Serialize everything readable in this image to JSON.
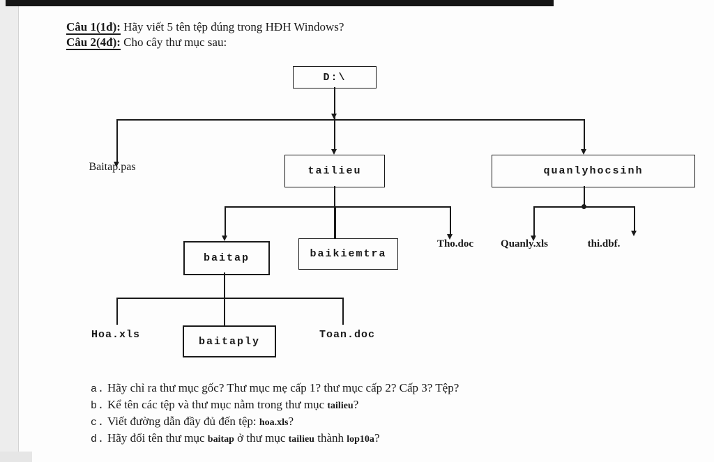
{
  "colors": {
    "text": "#1a1a1a",
    "line": "#1a1a1a",
    "page": "#fdfdfd",
    "margin": "#ededed",
    "top_bar": "#161616"
  },
  "header": {
    "line1": {
      "label": "Câu 1(1đ):",
      "text": " Hãy viết 5 tên tệp đúng trong HĐH Windows?"
    },
    "line2": {
      "label": "Câu 2(4đ):",
      "text": " Cho cây thư mục sau:"
    }
  },
  "tree": {
    "root": "D:\\",
    "tailieu": "tailieu",
    "quanlyhocsinh": "quanlyhocsinh",
    "baitap": "baitap",
    "baikiemtra": "baikiemtra",
    "baitaply": "baitaply",
    "baitap_pas": "Baitap.pas",
    "tho_doc": "Tho.doc",
    "quanly_xls": "Quanly.xls",
    "thi_dbf": "thi.dbf.",
    "hoa_xls": "Hoa.xls",
    "toan_doc": "Toan.doc"
  },
  "questions": {
    "a": {
      "prefix": "a.",
      "parts": [
        {
          "t": "Hãy chỉ ra thư mục gốc? Thư mục mẹ cấp 1? thư mục cấp 2? Cấp 3? Tệp?",
          "b": false
        }
      ]
    },
    "b": {
      "prefix": "b.",
      "parts": [
        {
          "t": "Kể tên các tệp và thư mục nằm trong thư mục ",
          "b": false
        },
        {
          "t": "tailieu",
          "b": true
        },
        {
          "t": "?",
          "b": false
        }
      ]
    },
    "c": {
      "prefix": "c.",
      "parts": [
        {
          "t": "Viết đường dẫn đầy đủ đến tệp: ",
          "b": false
        },
        {
          "t": "hoa.xls",
          "b": true
        },
        {
          "t": "?",
          "b": false
        }
      ]
    },
    "d": {
      "prefix": "d.",
      "parts": [
        {
          "t": "Hãy đổi tên thư mục ",
          "b": false
        },
        {
          "t": "baitap",
          "b": true
        },
        {
          "t": " ở thư mục ",
          "b": false
        },
        {
          "t": "tailieu",
          "b": true
        },
        {
          "t": " thành  ",
          "b": false
        },
        {
          "t": "lop10a",
          "b": true
        },
        {
          "t": "?",
          "b": false
        }
      ]
    }
  }
}
